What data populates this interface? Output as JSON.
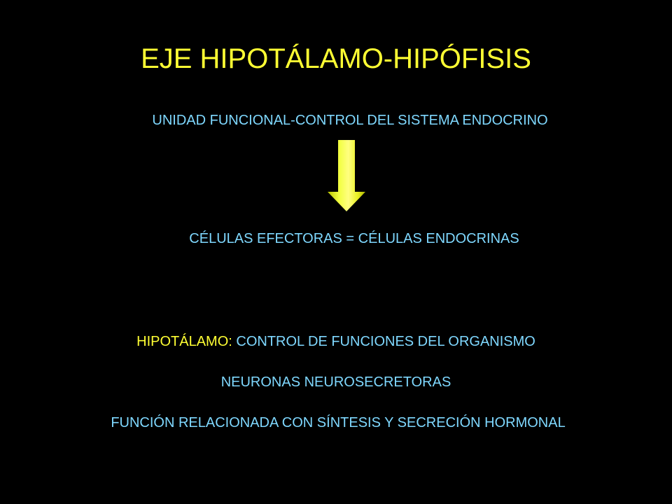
{
  "slide": {
    "title": "EJE HIPOTÁLAMO-HIPÓFISIS",
    "subtitle": "UNIDAD FUNCIONAL-CONTROL DEL SISTEMA ENDOCRINO",
    "arrow_icon": "down-arrow-icon",
    "effector_cells": "CÉLULAS EFECTORAS = CÉLULAS ENDOCRINAS",
    "hypothalamus": {
      "label": "HIPOTÁLAMO:",
      "description": " CONTROL DE FUNCIONES DEL ORGANISMO"
    },
    "neurons": "NEURONAS NEUROSECRETORAS",
    "function": "FUNCIÓN RELACIONADA CON SÍNTESIS Y SECRECIÓN HORMONAL"
  },
  "colors": {
    "background": "#000000",
    "title": "#ffff33",
    "body_text": "#7fd8ff",
    "arrow": "#d8e820"
  }
}
